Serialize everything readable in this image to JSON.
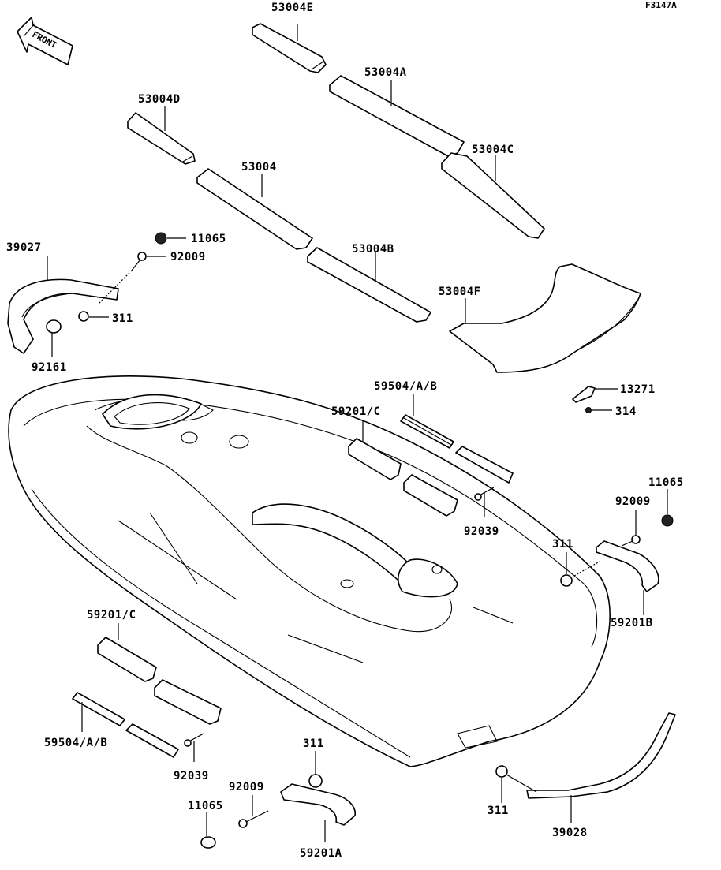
{
  "diagram_code": "F3147A",
  "front_label": "FRONT",
  "labels": {
    "mat_e": "53004E",
    "mat_a": "53004A",
    "mat_d": "53004D",
    "mat_c": "53004C",
    "mat": "53004",
    "mat_b": "53004B",
    "mat_f": "53004F",
    "bumper_front": "39027",
    "nut_top": "11065",
    "bolt_top": "92009",
    "washer_top": "311",
    "cap": "92161",
    "bracket": "13271",
    "bracket_nut": "314",
    "rail_upper_a": "59504/A/B",
    "rail_upper_b": "59201/C",
    "pin_upper": "92039",
    "nut_right": "11065",
    "bolt_right": "92009",
    "washer_right": "311",
    "guard_b": "59201B",
    "rail_lower_b": "59201/C",
    "rail_lower_a": "59504/A/B",
    "pin_lower": "92039",
    "washer_lower": "311",
    "bolt_lower": "92009",
    "nut_lower": "11065",
    "guard_a": "59201A",
    "washer_rear": "311",
    "bumper_rear": "39028"
  }
}
